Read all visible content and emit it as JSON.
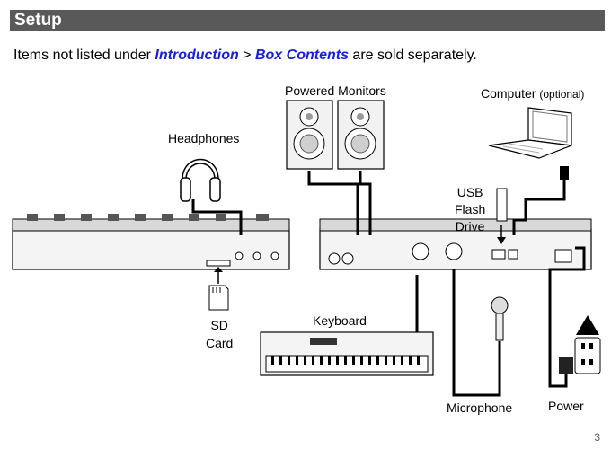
{
  "header": {
    "title": "Setup"
  },
  "intro": {
    "prefix": "Items not listed under ",
    "link1": "Introduction",
    "separator": " > ",
    "link2": "Box Contents",
    "suffix": " are sold separately."
  },
  "labels": {
    "powered_monitors": "Powered Monitors",
    "computer": "Computer",
    "computer_note": "(optional)",
    "headphones": "Headphones",
    "usb_flash_drive": [
      "USB",
      "Flash",
      "Drive"
    ],
    "sd_card": [
      "SD",
      "Card"
    ],
    "keyboard": "Keyboard",
    "microphone": "Microphone",
    "power": "Power"
  },
  "page_number": "3",
  "colors": {
    "header_bg": "#595959",
    "link": "#1a1fd6",
    "cable": "#000000"
  }
}
